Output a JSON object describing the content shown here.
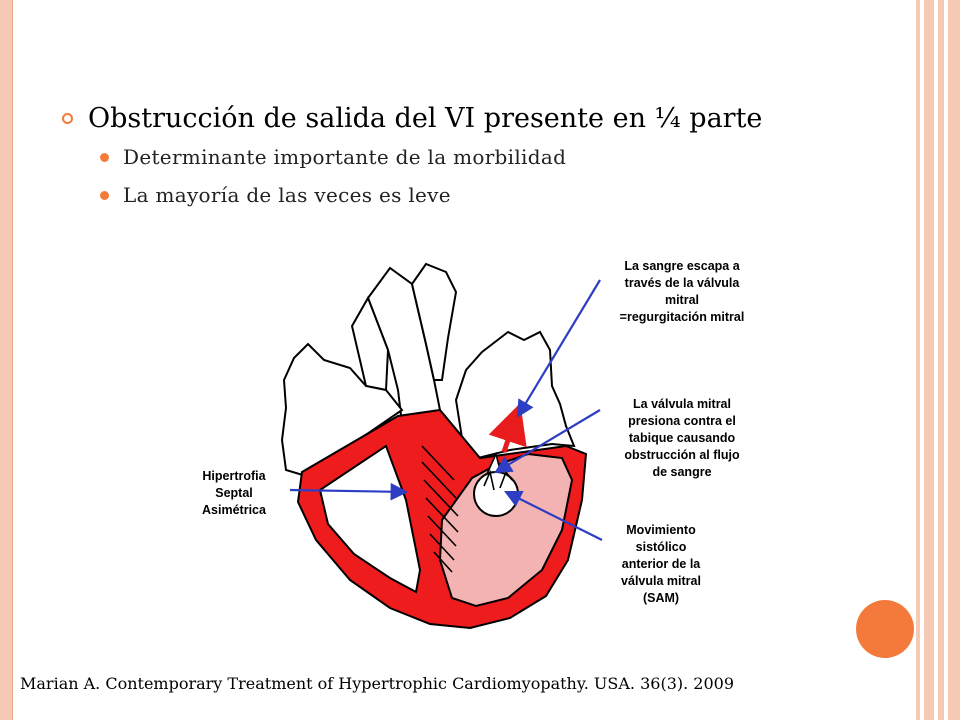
{
  "slide": {
    "heading": "Obstrucción de salida del VI presente en ¼ parte",
    "subbullets": [
      "Determinante importante de la morbilidad",
      "La mayoría de las veces es leve"
    ],
    "citation": "Marian A. Contemporary Treatment of Hypertrophic Cardiomyopathy. USA. 36(3). 2009"
  },
  "diagram": {
    "labels": {
      "septal": [
        "Hipertrofia",
        "Septal",
        "Asimétrica"
      ],
      "regurgitation": [
        "La sangre escapa a",
        "través de la válvula",
        "mitral",
        "=regurgitación mitral"
      ],
      "obstruction": [
        "La válvula mitral",
        "presiona contra el",
        "tabique causando",
        "obstrucción al flujo",
        "de sangre"
      ],
      "sam": [
        "Movimiento",
        "sistólico",
        "anterior de la",
        "válvula mitral",
        "(SAM)"
      ]
    }
  },
  "colors": {
    "accent": "#f47a3c",
    "border": "#f6c9b5",
    "myocardium": "#ee1c1c",
    "cavity": "#f4b3b3",
    "arrow": "#2e3ec4"
  }
}
